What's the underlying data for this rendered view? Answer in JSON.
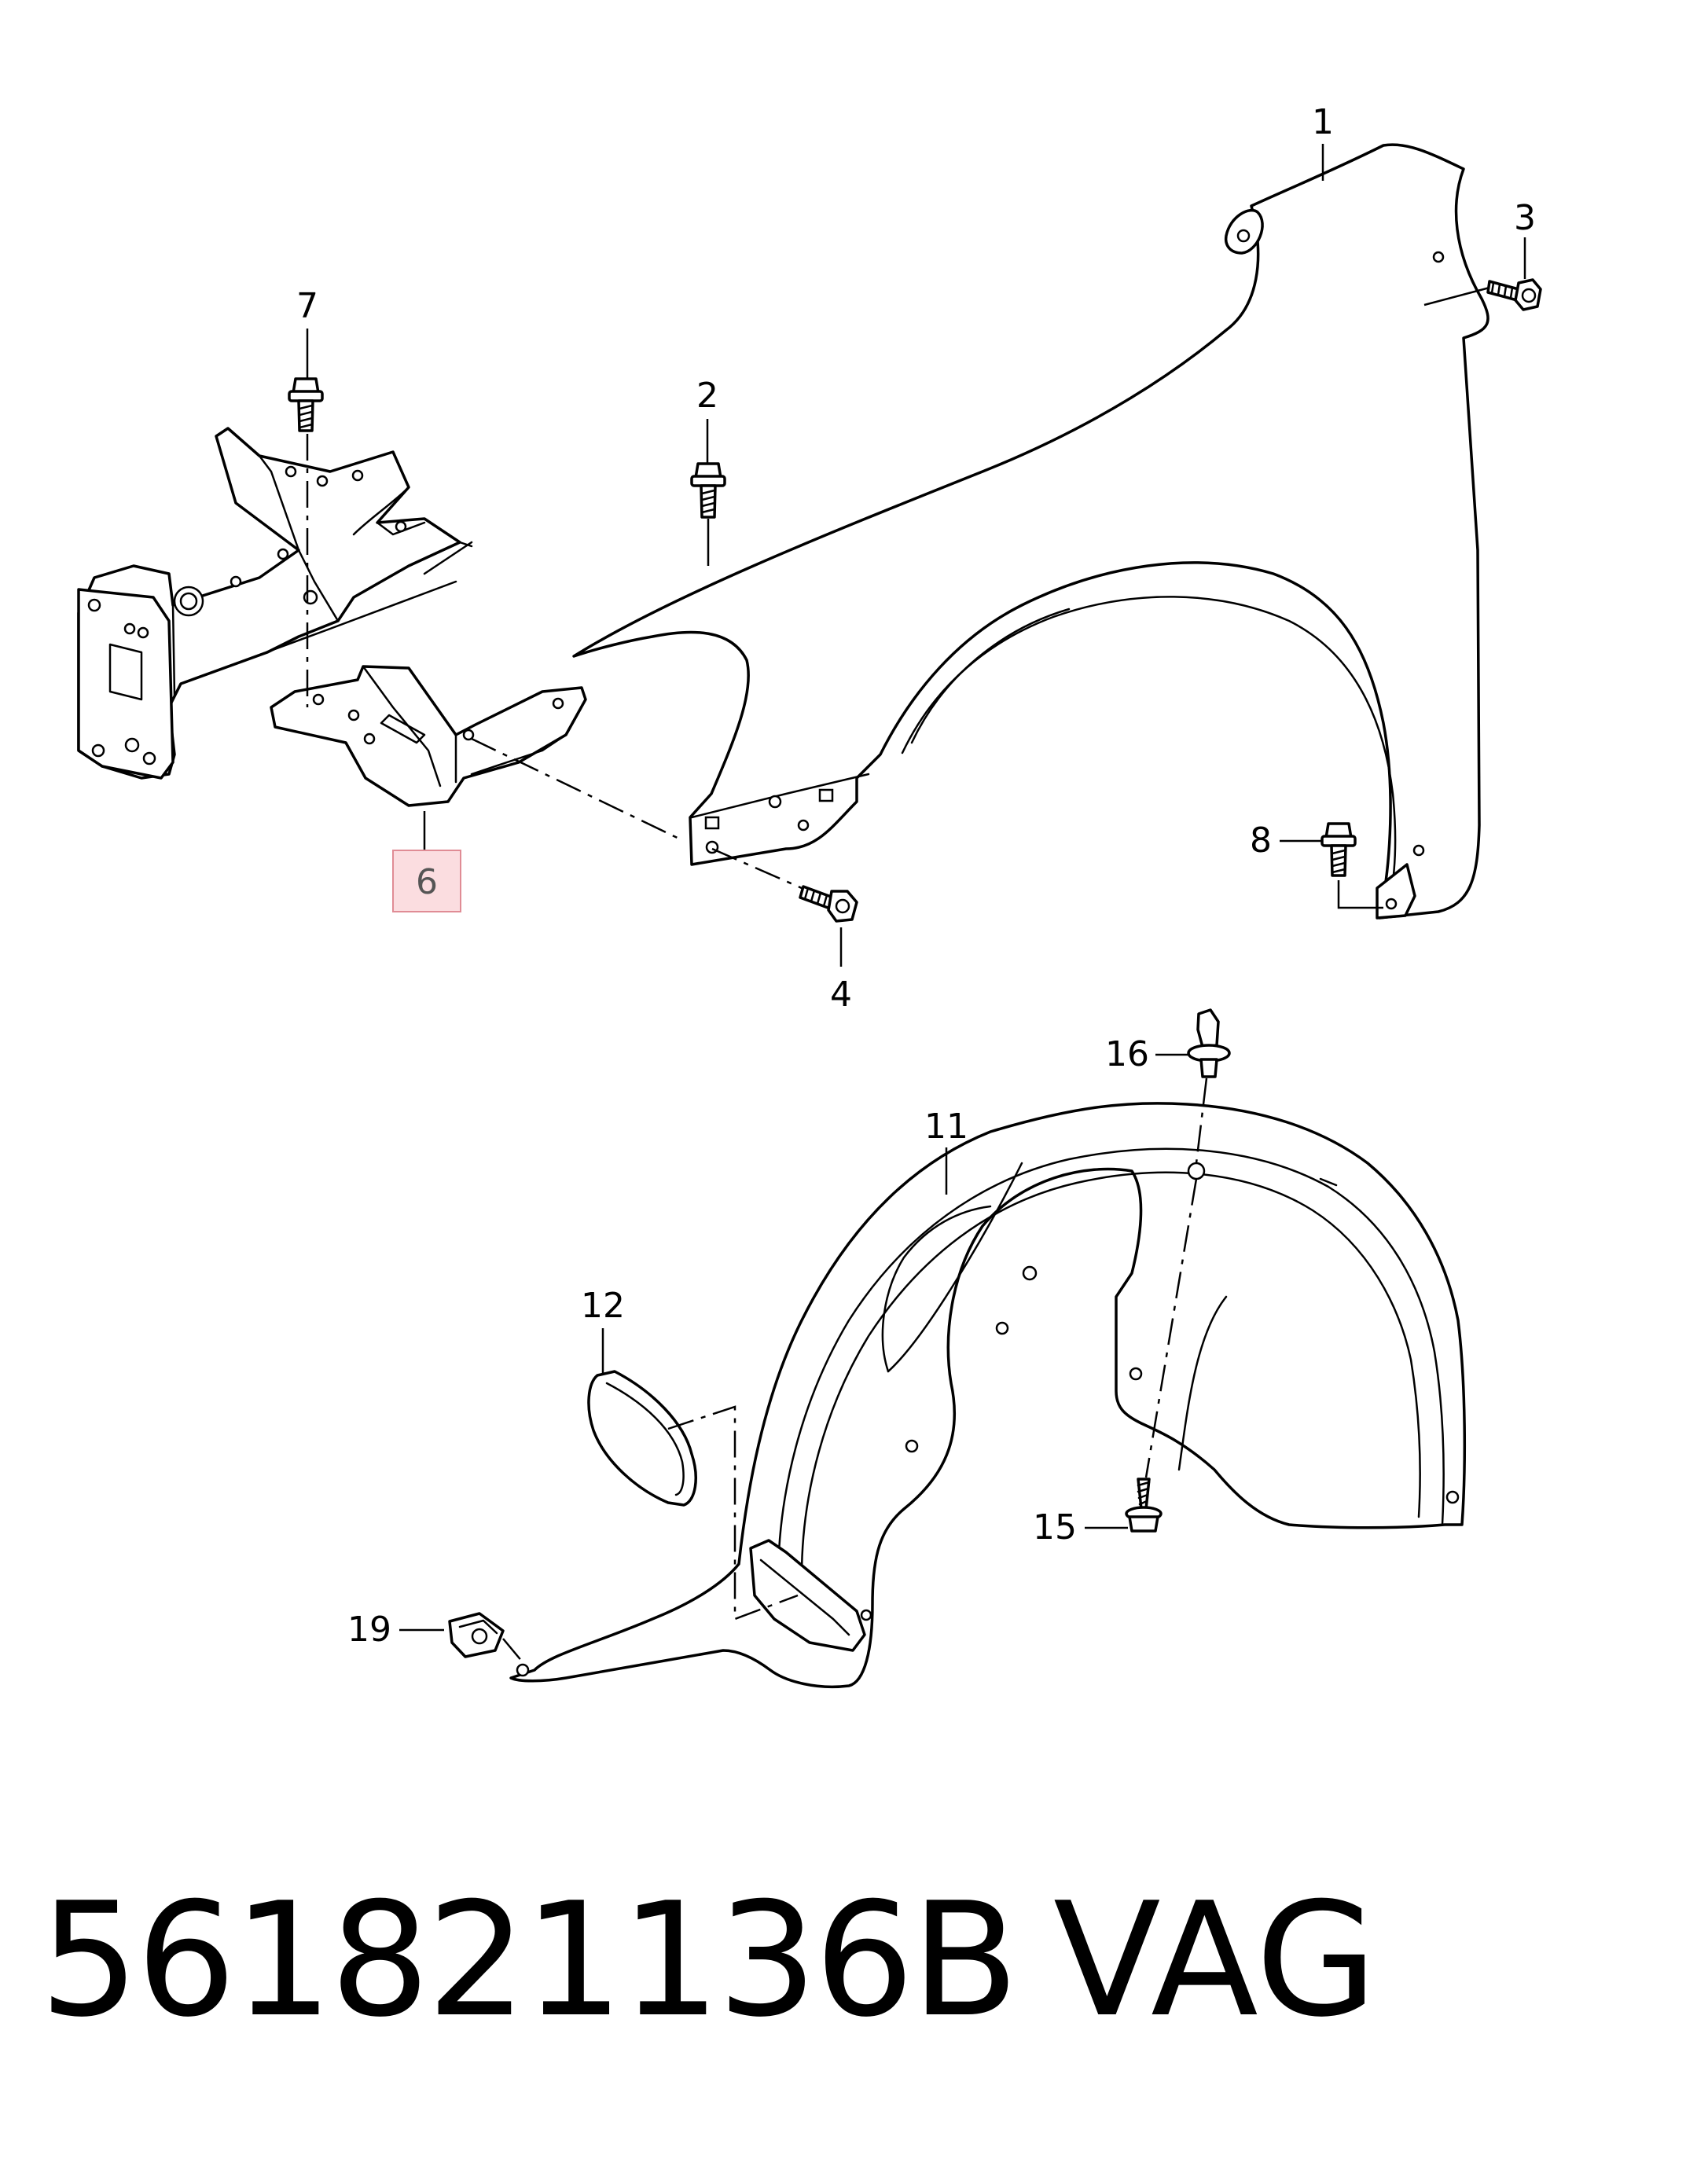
{
  "callouts": {
    "c1": "1",
    "c2": "2",
    "c3": "3",
    "c4": "4",
    "c6": "6",
    "c7": "7",
    "c8": "8",
    "c11": "11",
    "c12": "12",
    "c15": "15",
    "c16": "16",
    "c19": "19"
  },
  "highlight_color": "#f0a0a8",
  "footer": {
    "part_number": "561821136B",
    "brand": "VAG"
  }
}
